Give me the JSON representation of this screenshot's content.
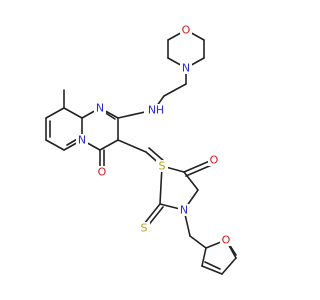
{
  "structure": {
    "atoms": [
      {
        "id": "morph_o",
        "symbol": "O",
        "color": "#d01c1c"
      },
      {
        "id": "morph_n",
        "symbol": "N",
        "color": "#2a2ad6"
      },
      {
        "id": "amine_n",
        "symbol": "N",
        "color": "#2a2ad6"
      },
      {
        "id": "amine_h",
        "symbol": "H",
        "color": "#2a2ad6"
      },
      {
        "id": "pyr_n1",
        "symbol": "N",
        "color": "#2a2ad6"
      },
      {
        "id": "pyr_n2",
        "symbol": "N",
        "color": "#2a2ad6"
      },
      {
        "id": "carbonyl_o1",
        "symbol": "O",
        "color": "#d01c1c"
      },
      {
        "id": "thz_s1",
        "symbol": "S",
        "color": "#b9a21a"
      },
      {
        "id": "thz_n",
        "symbol": "N",
        "color": "#2a2ad6"
      },
      {
        "id": "thz_o",
        "symbol": "O",
        "color": "#d01c1c"
      },
      {
        "id": "thione_s",
        "symbol": "S",
        "color": "#b9a21a"
      },
      {
        "id": "furan_o",
        "symbol": "O",
        "color": "#d01c1c"
      }
    ]
  }
}
